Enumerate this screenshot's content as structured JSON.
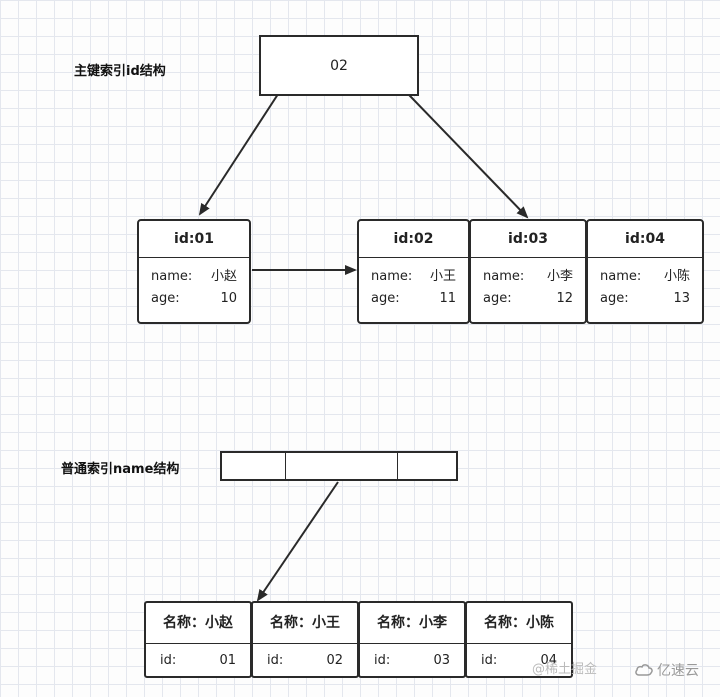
{
  "primary": {
    "title": "主键索引id结构",
    "root_label": "02",
    "nodes": [
      {
        "id": "id:01",
        "name_label": "name:",
        "name": "小赵",
        "age_label": "age:",
        "age": "10"
      },
      {
        "id": "id:02",
        "name_label": "name:",
        "name": "小王",
        "age_label": "age:",
        "age": "11"
      },
      {
        "id": "id:03",
        "name_label": "name:",
        "name": "小李",
        "age_label": "age:",
        "age": "12"
      },
      {
        "id": "id:04",
        "name_label": "name:",
        "name": "小陈",
        "age_label": "age:",
        "age": "13"
      }
    ]
  },
  "secondary": {
    "title": "普通索引name结构",
    "leaves": [
      {
        "name": "名称：小赵",
        "id_label": "id:",
        "id": "01"
      },
      {
        "name": "名称：小王",
        "id_label": "id:",
        "id": "02"
      },
      {
        "name": "名称：小李",
        "id_label": "id:",
        "id": "03"
      },
      {
        "name": "名称：小陈",
        "id_label": "id:",
        "id": "04"
      }
    ]
  },
  "watermarks": {
    "juejin": "@稀土掘金",
    "yisu": "亿速云"
  },
  "colors": {
    "line": "#2a2a2a",
    "grid": "#e4e7ee"
  }
}
